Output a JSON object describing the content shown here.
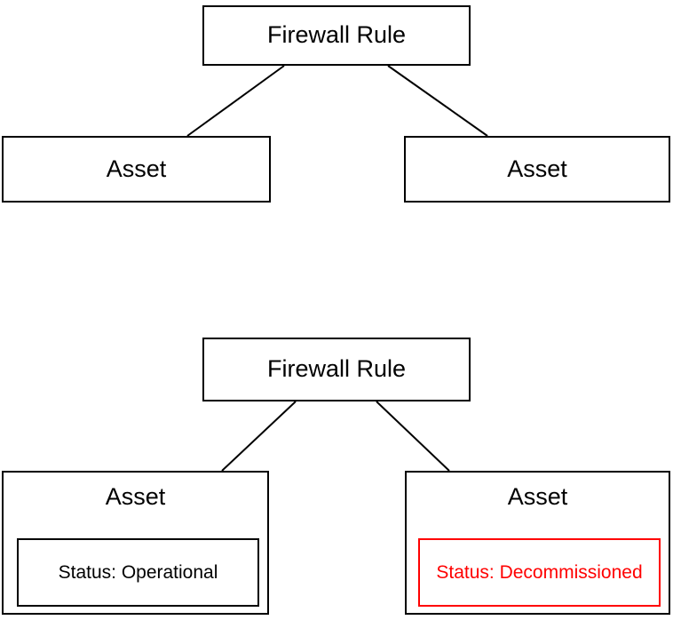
{
  "colors": {
    "background": "#ffffff",
    "line": "#000000",
    "border": "#000000",
    "text": "#000000",
    "alert": "#ff0000"
  },
  "diagrams": [
    {
      "name": "top",
      "root": {
        "label": "Firewall Rule"
      },
      "children": [
        {
          "label": "Asset"
        },
        {
          "label": "Asset"
        }
      ]
    },
    {
      "name": "bottom",
      "root": {
        "label": "Firewall Rule"
      },
      "children": [
        {
          "label": "Asset",
          "status_label": "Status: Operational",
          "status_color": "#000000"
        },
        {
          "label": "Asset",
          "status_label": "Status: Decommissioned",
          "status_color": "#ff0000"
        }
      ]
    }
  ]
}
